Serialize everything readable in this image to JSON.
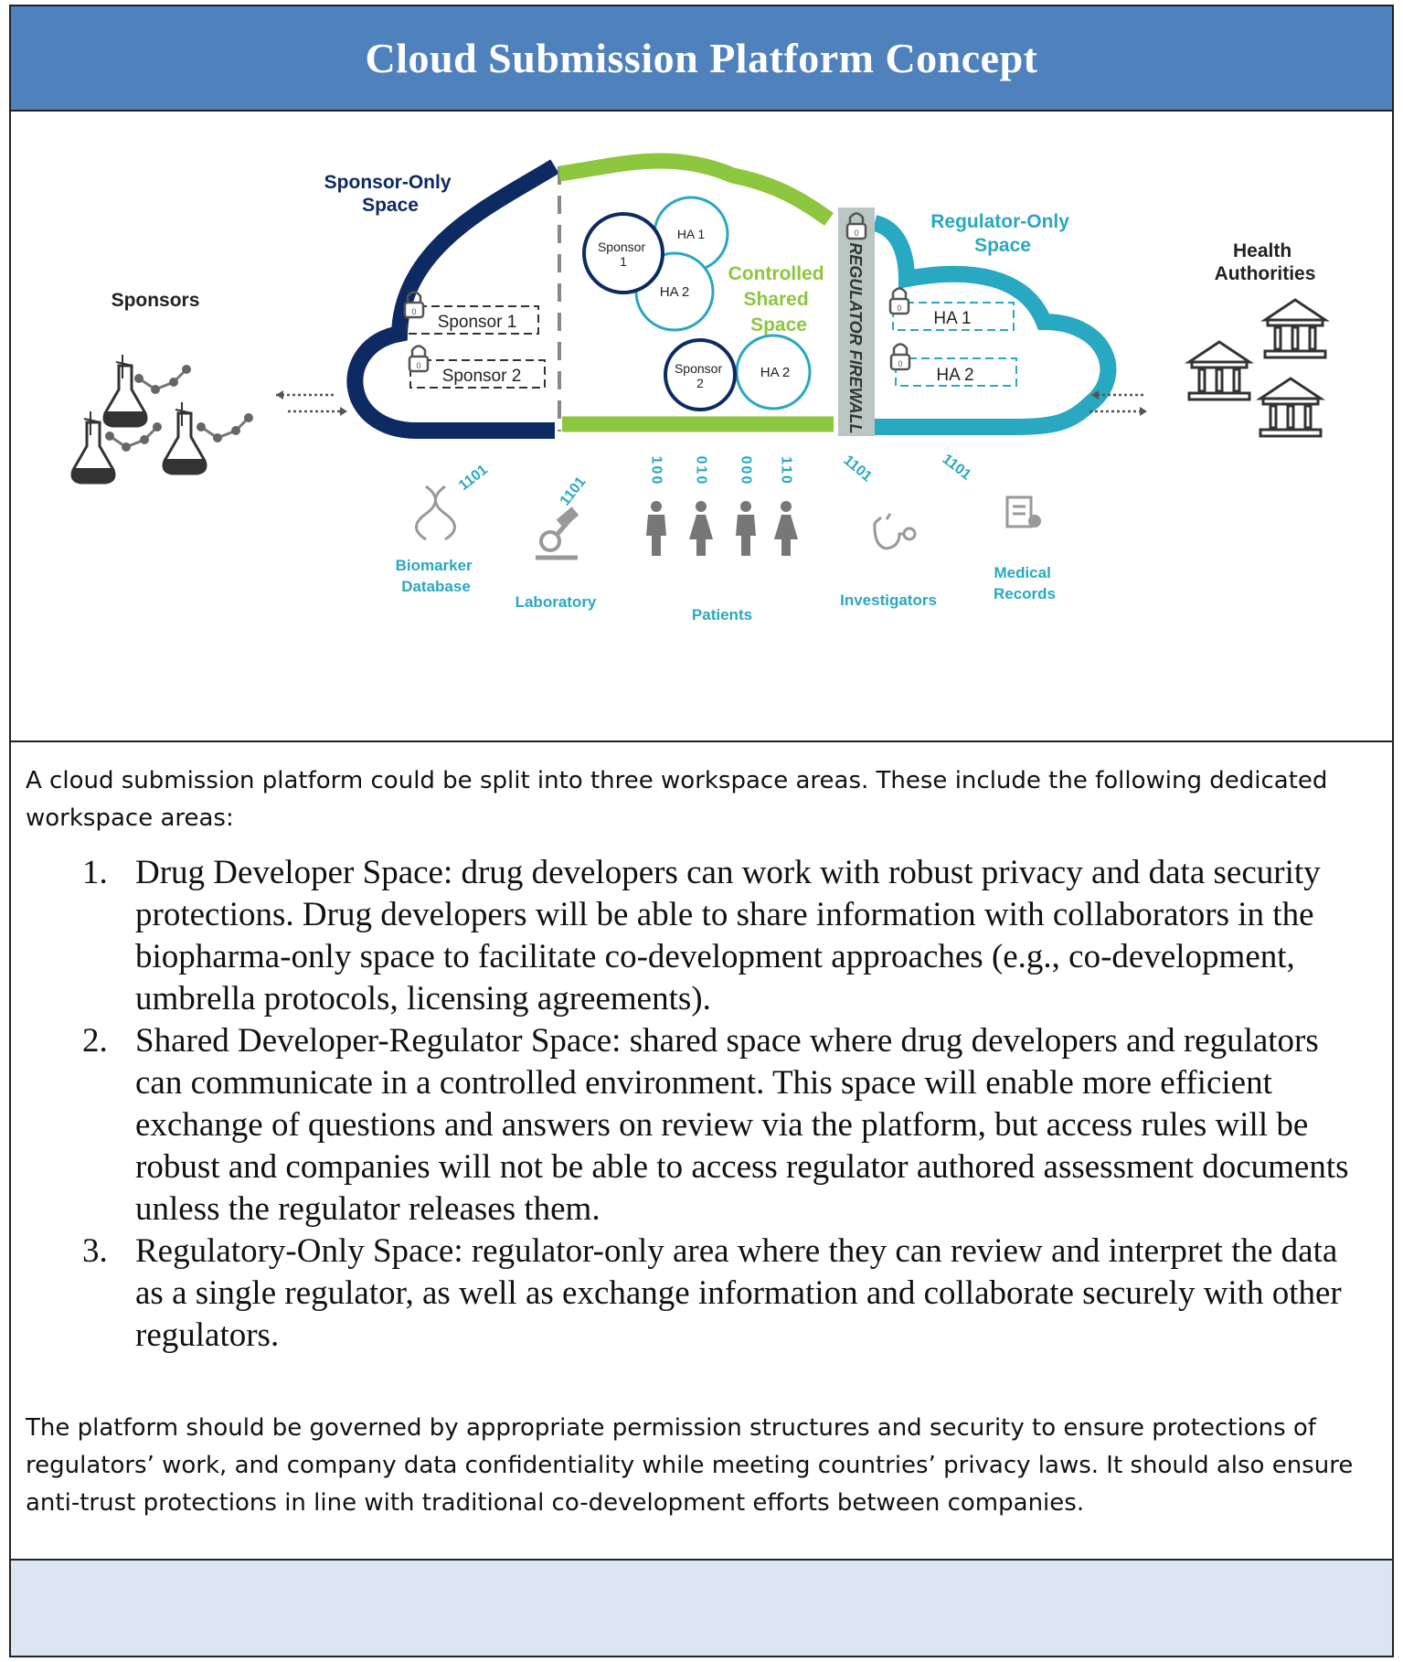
{
  "title": "Cloud Submission Platform Concept",
  "colors": {
    "title_bar": "#4f81bd",
    "sponsor_navy": "#0d2a63",
    "shared_green": "#8dc63f",
    "regulator_teal": "#29a8c1",
    "firewall_gray": "#b9c6c3",
    "footer_band": "#dce6f2"
  },
  "diagram": {
    "sponsors_label": "Sponsors",
    "health_authorities_label": [
      "Health",
      "Authorities"
    ],
    "sponsor_space_label": [
      "Sponsor-Only",
      "Space"
    ],
    "shared_space_label": [
      "Controlled",
      "Shared",
      "Space"
    ],
    "regulator_space_label": [
      "Regulator-Only",
      "Space"
    ],
    "firewall_label": "REGULATOR FIREWALL",
    "sponsor_boxes": [
      "Sponsor 1",
      "Sponsor 2"
    ],
    "regulator_boxes": [
      "HA 1",
      "HA 2"
    ],
    "shared_circles_top": {
      "sponsor": [
        "Sponsor",
        "1"
      ],
      "ha1": "HA 1",
      "ha2": "HA 2"
    },
    "shared_circles_bottom": {
      "sponsor": [
        "Sponsor",
        "2"
      ],
      "ha2": "HA 2"
    },
    "binary": "1101",
    "patient_bits": [
      "100",
      "010",
      "000",
      "110"
    ],
    "sources": {
      "biomarker": [
        "Biomarker",
        "Database"
      ],
      "laboratory": "Laboratory",
      "patients": "Patients",
      "investigators": "Investigators",
      "medical_records": [
        "Medical",
        "Records"
      ]
    },
    "icons": [
      "flask-molecule-icon",
      "bank-building-icon",
      "lock-icon",
      "dna-icon",
      "microscope-icon",
      "person-icon",
      "stethoscope-icon",
      "clipboard-icon"
    ]
  },
  "text": {
    "intro": "A cloud submission platform could be split into three workspace areas.  These include the following dedicated workspace areas:",
    "items": [
      {
        "num": "1.",
        "text": "Drug Developer Space: drug developers can work with robust privacy and data security protections. Drug developers will be able to share information with collaborators in the biopharma-only space to facilitate co-development approaches (e.g., co-development, umbrella protocols, licensing agreements)."
      },
      {
        "num": "2.",
        "text": "Shared Developer-Regulator Space: shared space where drug developers and regulators can communicate in a controlled environment. This space will enable more efficient exchange of questions and answers on review via the platform, but access rules will be robust and companies will not be able to access regulator authored assessment documents unless the regulator releases them."
      },
      {
        "num": "3.",
        "text": "Regulatory-Only Space: regulator-only area where they can review and interpret the data as a single regulator, as well as exchange information and collaborate securely with other regulators."
      }
    ],
    "outro": "The platform should be governed by appropriate permission structures and security to ensure protections of regulators’ work, and company data confidentiality while meeting countries’ privacy laws.  It should also ensure anti-trust protections in line with traditional co-development efforts between companies."
  }
}
